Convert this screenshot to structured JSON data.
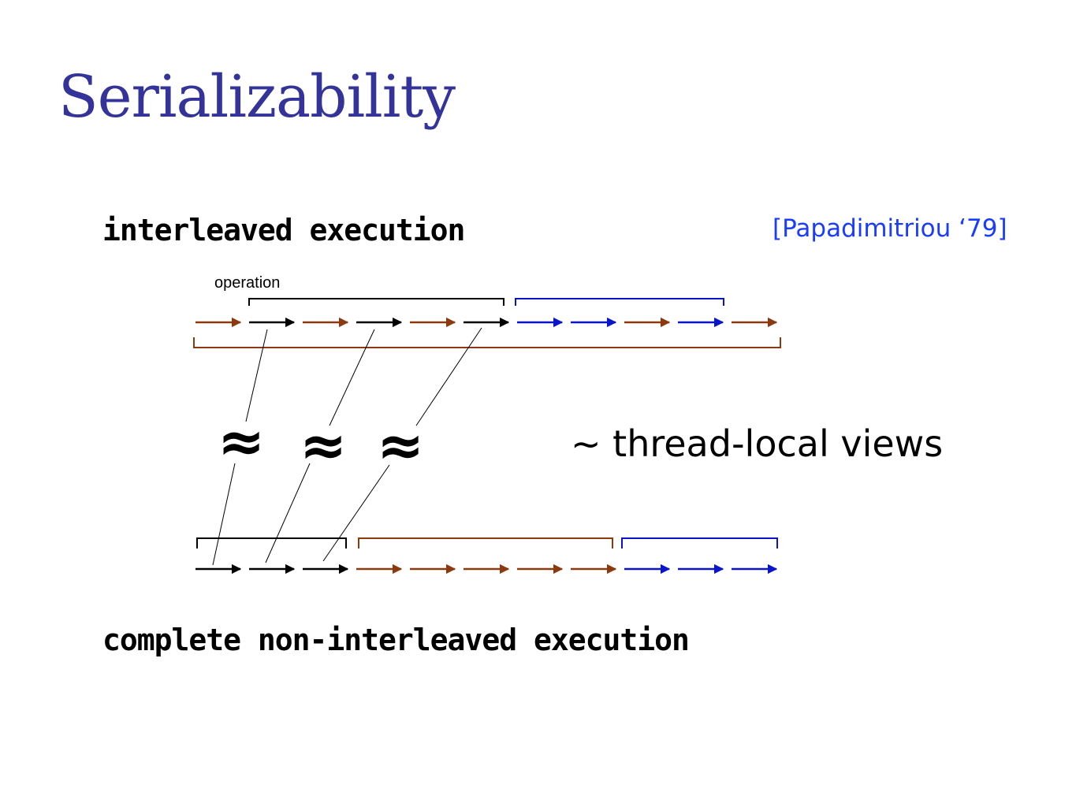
{
  "title": "Serializability",
  "labels": {
    "interleaved": "interleaved execution",
    "non_interleaved": "complete non-interleaved execution",
    "operation": "operation",
    "citation": "[Papadimitriou ‘79]",
    "views": "~ thread-local views",
    "approx_symbol": "≈"
  },
  "colors": {
    "title": "#333399",
    "citation": "#1a3cff",
    "thread_black": "#000000",
    "thread_brown": "#8b3a0f",
    "thread_blue": "#0a14c8"
  },
  "interleaved_sequence": [
    "brown",
    "black",
    "brown",
    "black",
    "brown",
    "black",
    "blue",
    "blue",
    "brown",
    "blue",
    "brown"
  ],
  "serial_sequence": [
    "black",
    "black",
    "black",
    "brown",
    "brown",
    "brown",
    "brown",
    "brown",
    "blue",
    "blue",
    "blue"
  ]
}
